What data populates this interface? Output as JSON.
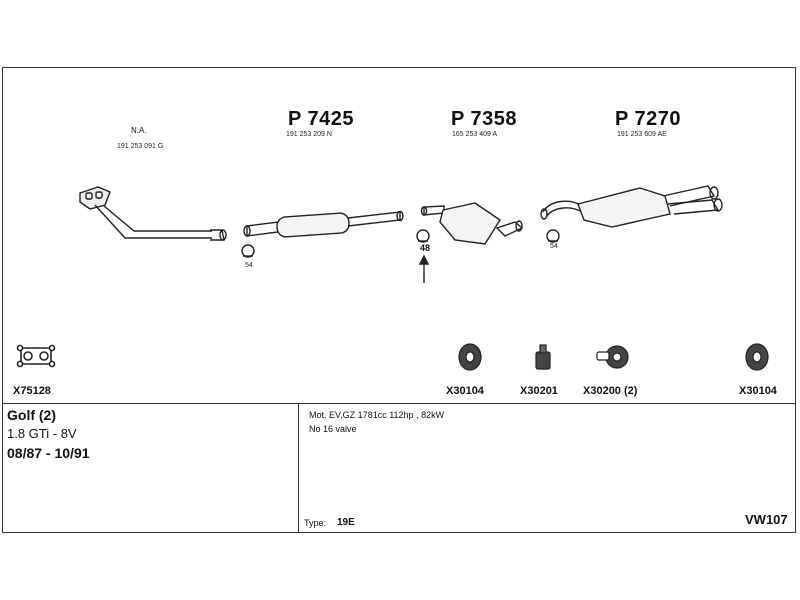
{
  "parts": [
    {
      "label": "N.A.",
      "code": "191 253 091 G"
    },
    {
      "label": "P 7425",
      "code": "191 253 209 N"
    },
    {
      "label": "P 7358",
      "code": "165 253 409 A"
    },
    {
      "label": "P 7270",
      "code": "191 253 609 AE"
    }
  ],
  "clamps": {
    "left": "54",
    "mid": "48",
    "right": "54"
  },
  "accessories": [
    "X75128",
    "X30104",
    "X30201",
    "X30200 (2)",
    "X30104"
  ],
  "vehicle": {
    "model": "Golf (2)",
    "engine": "1.8 GTi - 8V",
    "years": "08/87 - 10/91"
  },
  "spec": {
    "line1": "Mot. EV,GZ 1781cc 112hp , 82kW",
    "line2": "No 16 valve"
  },
  "type": {
    "label": "Type:",
    "value": "19E"
  },
  "ref": "VW107"
}
